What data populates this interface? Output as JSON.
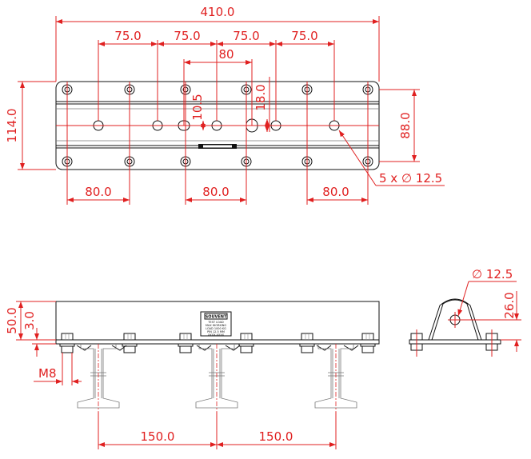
{
  "top_view": {
    "overall_width": "410.0",
    "spacing_1": "75.0",
    "spacing_2": "75.0",
    "spacing_3": "75.0",
    "spacing_4": "75.0",
    "slot_spacing": "80",
    "height": "114.0",
    "inner_height": "88.0",
    "slot_length": "10.5",
    "slot_offset": "18.0",
    "bolt_spacing_left": "80.0",
    "bolt_spacing_mid": "80.0",
    "bolt_spacing_right": "80.0",
    "hole_callout": "5 x ∅ 12.5"
  },
  "front_view": {
    "height": "50.0",
    "thickness": "3.0",
    "bolt_size": "M8",
    "spacing_left": "150.0",
    "spacing_right": "150.0",
    "label_brand": "SOUVENT",
    "label_lines": [
      "TEST LOAD",
      "MAX WORKING",
      "LOAD 1000 KG",
      "PIN 12.5 MM",
      "XXXX-XXXX"
    ]
  },
  "side_view": {
    "hole_diameter": "∅ 12.5",
    "hole_height": "26.0"
  }
}
